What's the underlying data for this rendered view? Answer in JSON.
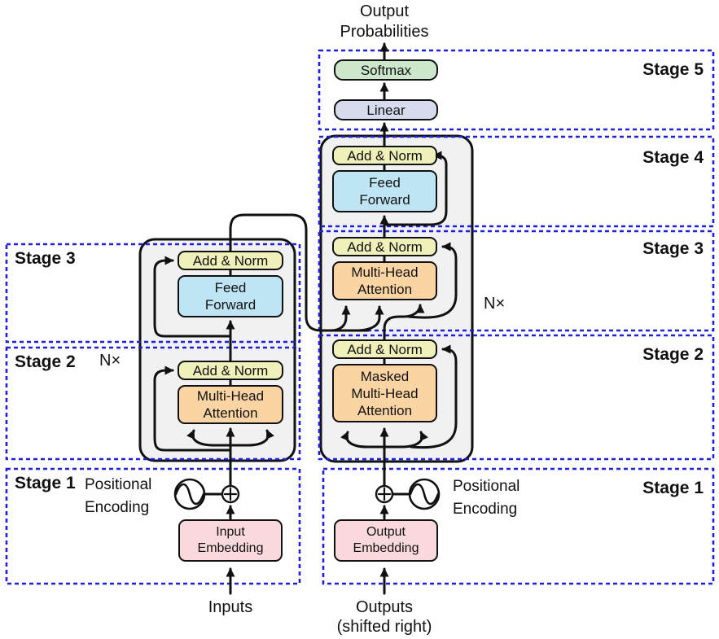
{
  "title": "Output\nProbabilities",
  "blocks": {
    "softmax": "Softmax",
    "linear": "Linear",
    "add_norm": "Add & Norm",
    "feed_forward": "Feed\nForward",
    "multi_head_attention": "Multi-Head\nAttention",
    "masked_multi_head_attention": "Masked\nMulti-Head\nAttention",
    "input_embedding": "Input\nEmbedding",
    "output_embedding": "Output\nEmbedding"
  },
  "stages": {
    "left": [
      {
        "label": "Stage 3"
      },
      {
        "label": "Stage 2"
      },
      {
        "label": "Stage 1"
      }
    ],
    "right": [
      {
        "label": "Stage 5"
      },
      {
        "label": "Stage 4"
      },
      {
        "label": "Stage 3"
      },
      {
        "label": "Stage 2"
      },
      {
        "label": "Stage 1"
      }
    ]
  },
  "labels": {
    "n_times_left": "N×",
    "n_times_right": "N×",
    "positional_encoding_left": "Positional\nEncoding",
    "positional_encoding_right": "Positional\nEncoding",
    "inputs": "Inputs",
    "outputs": "Outputs",
    "outputs_note": "(shifted right)"
  },
  "colors": {
    "stage_border": "#1f1fe0",
    "add_norm": "#f0f0bb",
    "feed_forward": "#bfe5f4",
    "attention": "#fbd4a4",
    "softmax": "#cde7cd",
    "linear": "#d8dbee",
    "embedding": "#f9d9de",
    "frame_fill": "#f1f1f1",
    "line": "#111111"
  }
}
